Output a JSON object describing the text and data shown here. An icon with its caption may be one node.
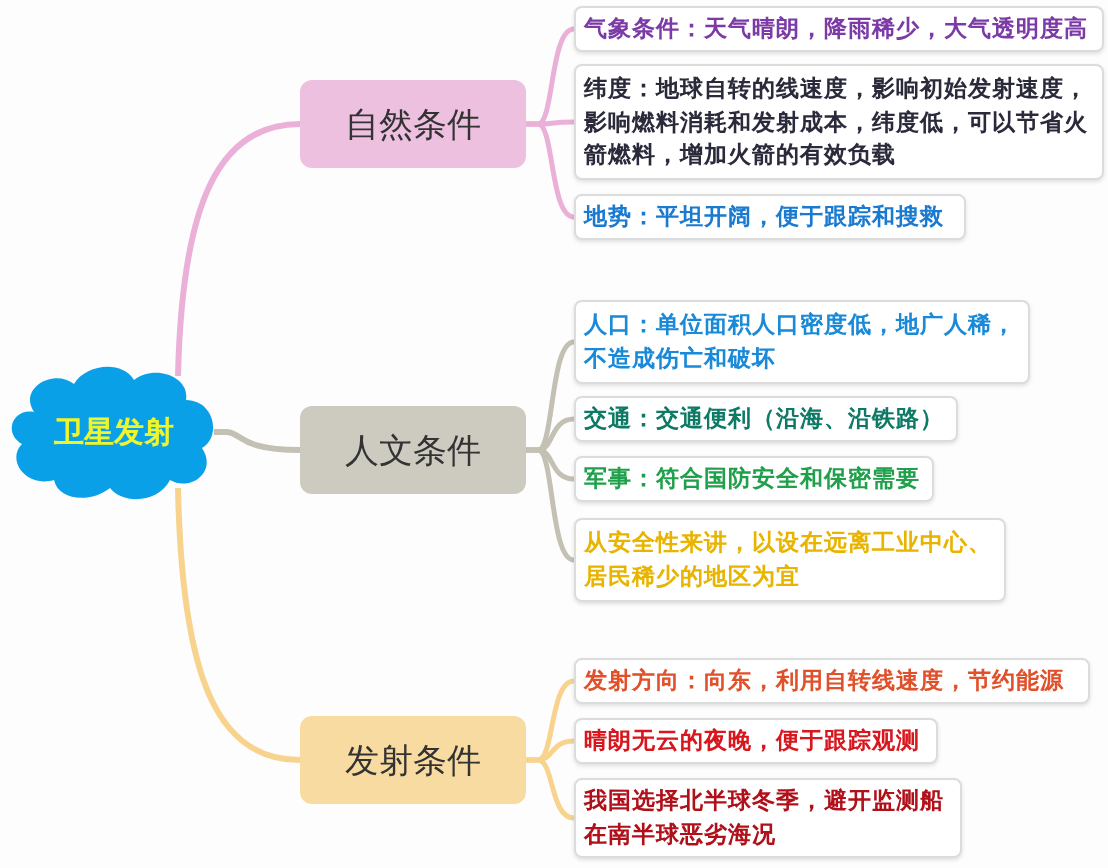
{
  "diagram": {
    "nodes": [
      {
        "text": [
          "卫星发射"
        ]
      },
      {
        "text": [
          "自然条件"
        ]
      },
      {
        "text": [
          "人文条件"
        ]
      },
      {
        "text": [
          "发射条件"
        ]
      },
      {
        "text": [
          "气象条件：天气晴朗，降雨稀少，大气透明度高"
        ]
      },
      {
        "text": [
          "纬度：地球自转的线速度，影响初始发射速度，影响燃料消耗和发射成本，纬度低，可以节省火箭燃料，增加火箭的有效负载"
        ]
      },
      {
        "text": [
          "地势：平坦开阔，便于跟踪和搜救"
        ]
      },
      {
        "text": [
          "人口：单位面积人口密度低，地广人稀，不造成伤亡和破坏"
        ]
      },
      {
        "text": [
          "交通：交通便利（沿海、沿铁路）"
        ]
      },
      {
        "text": [
          "军事：符合国防安全和保密需要"
        ]
      },
      {
        "text": [
          "从安全性来讲，以设在远离工业中心、居民稀少的地区为宜"
        ]
      },
      {
        "text": [
          "发射方向：向东，利用自转线速度，节约能源"
        ]
      },
      {
        "text": [
          "晴朗无云的夜晚，便于跟踪观测"
        ]
      },
      {
        "text": [
          "我国选择北半球冬季，避开监测船在南半球恶劣海况"
        ]
      }
    ],
    "edges": [
      {
        "from": 0,
        "to": 1,
        "arrow": "none",
        "color": "#eab0d8"
      },
      {
        "from": 0,
        "to": 2,
        "arrow": "none"
      },
      {
        "from": 0,
        "to": 3,
        "arrow": "none",
        "color": "#f8d38e"
      },
      {
        "from": 1,
        "to": 4,
        "arrow": "none",
        "color": "#eab0d8"
      },
      {
        "from": 1,
        "to": 5,
        "arrow": "none",
        "color": "#eab0d8"
      },
      {
        "from": 1,
        "to": 6,
        "arrow": "none",
        "color": "#eab0d8"
      },
      {
        "from": 2,
        "to": 7,
        "arrow": "none"
      },
      {
        "from": 2,
        "to": 8,
        "arrow": "none"
      },
      {
        "from": 2,
        "to": 9,
        "arrow": "none"
      },
      {
        "from": 2,
        "to": 10,
        "arrow": "none"
      },
      {
        "from": 3,
        "to": 11,
        "arrow": "none",
        "color": "#f8d38e"
      },
      {
        "from": 3,
        "to": 12,
        "arrow": "none",
        "color": "#f8d38e"
      },
      {
        "from": 3,
        "to": 13,
        "arrow": "none",
        "color": "#f8d38e"
      }
    ]
  }
}
